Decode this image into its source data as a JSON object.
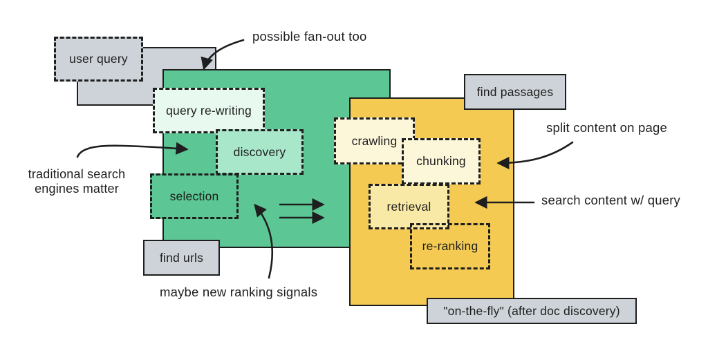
{
  "diagram": {
    "boxes": {
      "user_query": "user query",
      "query_rewriting": "query re-writing",
      "discovery": "discovery",
      "selection": "selection",
      "find_urls": "find urls",
      "crawling": "crawling",
      "chunking": "chunking",
      "retrieval": "retrieval",
      "re_ranking": "re-ranking",
      "find_passages": "find passages",
      "on_the_fly": "\"on-the-fly\" (after doc discovery)"
    },
    "annotations": {
      "fan_out": "possible fan-out too",
      "traditional_line1": "traditional search",
      "traditional_line2": "engines matter",
      "ranking_signals": "maybe new ranking signals",
      "split_content": "split content on page",
      "search_content": "search content w/ query"
    },
    "colors": {
      "green_region": "#5cc795",
      "green_light": "#a9e7cb",
      "green_pale": "#e8f9f0",
      "yellow_region": "#f4ca52",
      "cream": "#fdf7da",
      "cream_dark": "#f9e9a6",
      "gray_label": "#cdd3d8",
      "ink": "#1e1e1e"
    }
  }
}
